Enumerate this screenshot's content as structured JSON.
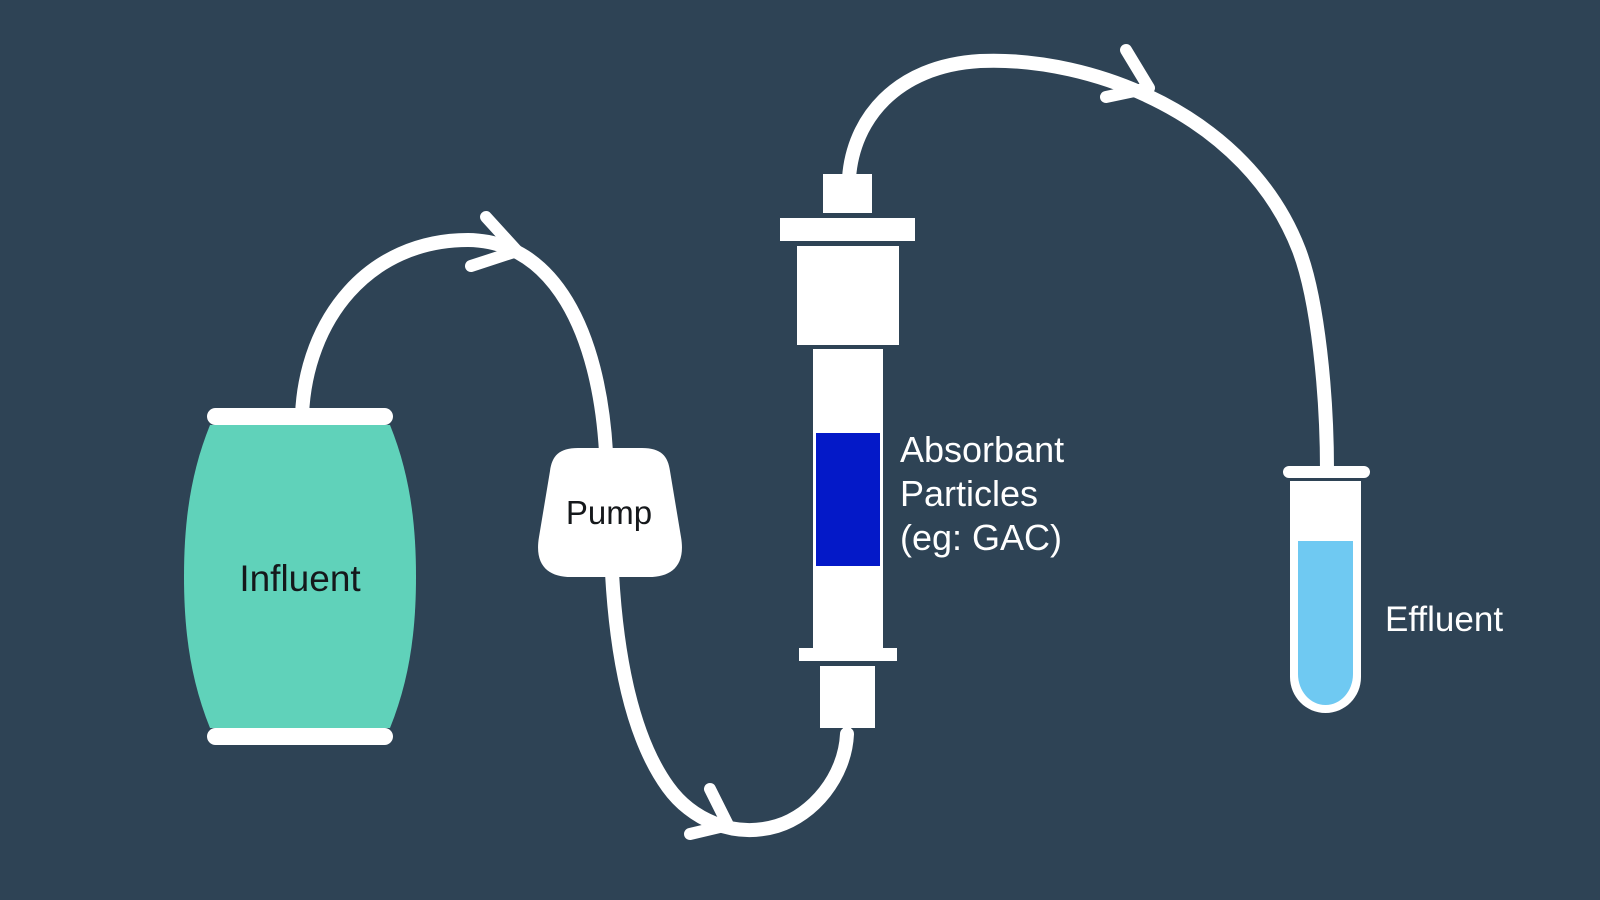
{
  "diagram": {
    "type": "process-flow",
    "nodes": {
      "influent": {
        "label": "Influent",
        "shape": "barrel",
        "fill": "#60D2BA"
      },
      "pump": {
        "label": "Pump",
        "shape": "rounded-box",
        "fill": "#FFFFFF"
      },
      "column": {
        "label": "Absorbant\nParticles\n(eg: GAC)",
        "shape": "adsorption-column",
        "particles_fill": "#0419C8"
      },
      "effluent": {
        "label": "Effluent",
        "shape": "test-tube",
        "liquid_fill": "#6FC9F2"
      }
    },
    "flow": [
      {
        "from": "influent",
        "to": "pump"
      },
      {
        "from": "pump",
        "to": "column"
      },
      {
        "from": "column",
        "to": "effluent"
      }
    ],
    "arrow_count": 3
  },
  "theme": {
    "bg": "#2E4355",
    "line": "#FFFFFF",
    "influent-fill": "#60D2BA",
    "particles-fill": "#0419C8",
    "effluent-fill": "#6FC9F2",
    "ink": "#15181B"
  }
}
